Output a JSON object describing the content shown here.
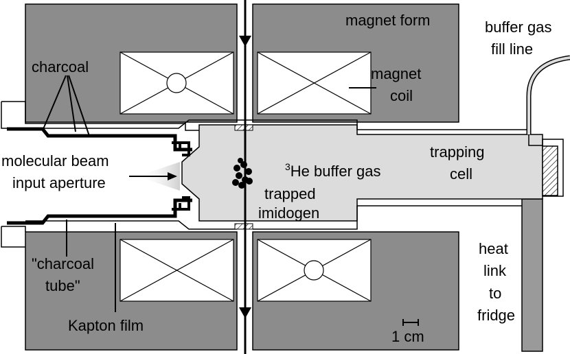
{
  "labels": {
    "magnet_form": "magnet form",
    "buffer_gas_fill_line_1": "buffer gas",
    "buffer_gas_fill_line_2": "fill line",
    "charcoal": "charcoal",
    "magnet_coil_1": "magnet",
    "magnet_coil_2": "coil",
    "molecular_beam_1": "molecular beam",
    "molecular_beam_2": "input aperture",
    "he_superscript": "3",
    "he_buffer_gas": "He buffer gas",
    "trapping_cell_1": "trapping",
    "trapping_cell_2": "cell",
    "trapped_imidogen_1": "trapped",
    "trapped_imidogen_2": "imidogen",
    "charcoal_tube_1": "\"charcoal",
    "charcoal_tube_2": "tube\"",
    "kapton_film": "Kapton film",
    "heat_link_1": "heat",
    "heat_link_2": "link",
    "heat_link_3": "to",
    "heat_link_4": "fridge",
    "scale_bar": "1 cm"
  },
  "colors": {
    "magnet_gray": "#8c8c8c",
    "cell_gas": "#dcdcdc",
    "heat_link_gray": "#9a9a9a",
    "outline": "#000000"
  }
}
